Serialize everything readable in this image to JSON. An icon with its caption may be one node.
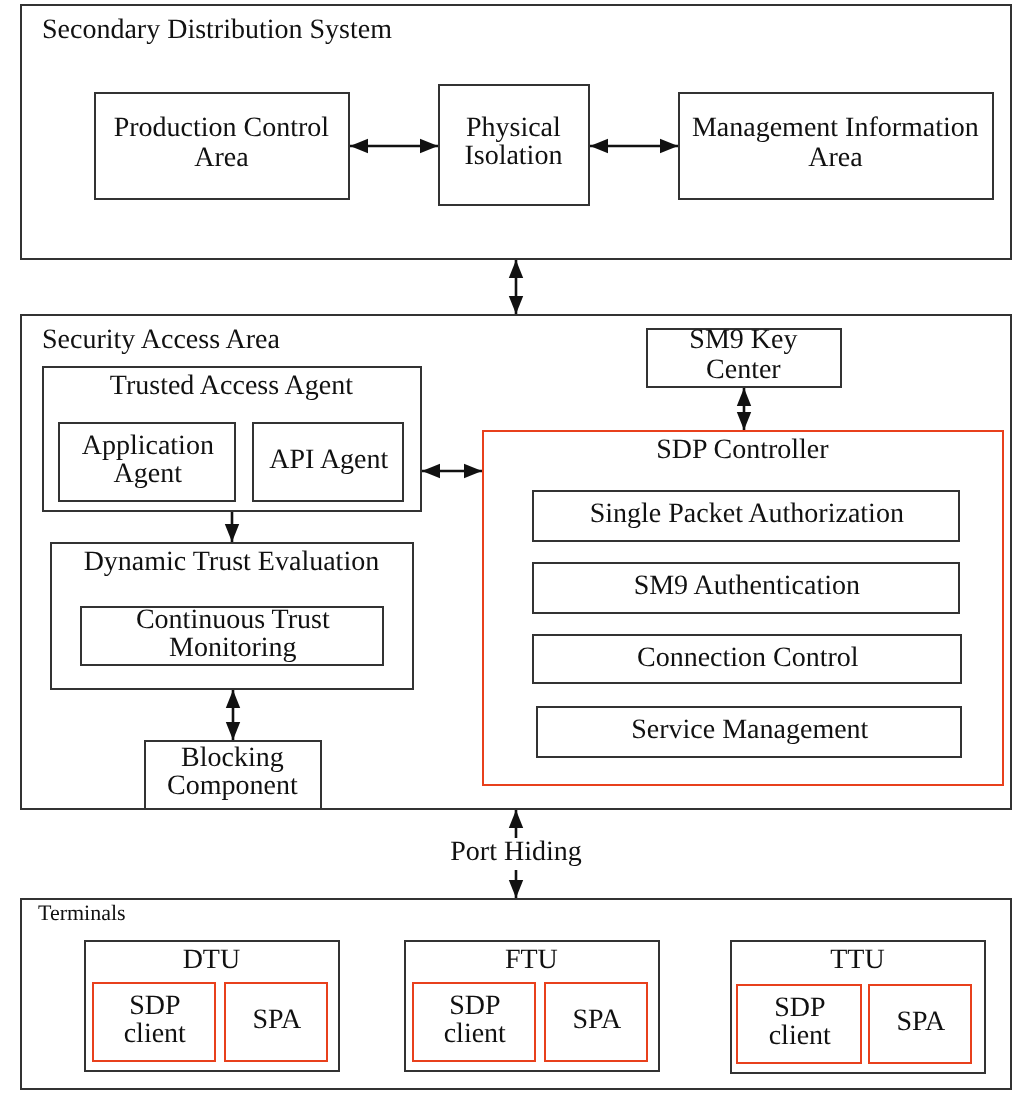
{
  "diagram": {
    "nodes": [
      {
        "text": [
          "Secondary Distribution System"
        ]
      },
      {
        "text": [
          "Production Control Area"
        ],
        "in": 0
      },
      {
        "text": [
          "Physical Isolation"
        ],
        "in": 0
      },
      {
        "text": [
          "Management Information Area"
        ],
        "in": 0
      },
      {
        "text": [
          "Security Access Area"
        ]
      },
      {
        "text": [
          "Trusted Access Agent"
        ],
        "in": 4
      },
      {
        "text": [
          "Application Agent"
        ],
        "in": 5
      },
      {
        "text": [
          "API Agent"
        ],
        "in": 5
      },
      {
        "text": [
          "Dynamic Trust Evaluation"
        ],
        "in": 4
      },
      {
        "text": [
          "Continuous Trust Monitoring"
        ],
        "in": 8
      },
      {
        "text": [
          "Blocking Component"
        ],
        "in": 4
      },
      {
        "text": [
          "SM9 Key Center"
        ],
        "in": 4
      },
      {
        "text": [
          "SDP Controller"
        ],
        "in": 4
      },
      {
        "text": [
          "Single Packet Authorization"
        ],
        "in": 12
      },
      {
        "text": [
          "SM9 Authentication"
        ],
        "in": 12
      },
      {
        "text": [
          "Connection Control"
        ],
        "in": 12
      },
      {
        "text": [
          "Service Management"
        ],
        "in": 12
      },
      {
        "text": [
          "Terminals"
        ]
      },
      {
        "text": [
          "DTU"
        ],
        "in": 17
      },
      {
        "text": [
          "SDP client"
        ],
        "in": 18
      },
      {
        "text": [
          "SPA"
        ],
        "in": 18
      },
      {
        "text": [
          "FTU"
        ],
        "in": 17
      },
      {
        "text": [
          "SDP client"
        ],
        "in": 21
      },
      {
        "text": [
          "SPA"
        ],
        "in": 21
      },
      {
        "text": [
          "TTU"
        ],
        "in": 17
      },
      {
        "text": [
          "SDP client"
        ],
        "in": 24
      },
      {
        "text": [
          "SPA"
        ],
        "in": 24
      }
    ],
    "edges": [
      {
        "from": 1,
        "to": 2,
        "arrow": "both"
      },
      {
        "from": 2,
        "to": 3,
        "arrow": "both"
      },
      {
        "from": 0,
        "to": 4,
        "arrow": "both"
      },
      {
        "from": 5,
        "to": 12,
        "arrow": "both"
      },
      {
        "from": 5,
        "to": 8,
        "arrow": "to"
      },
      {
        "from": 8,
        "to": 10,
        "arrow": "both"
      },
      {
        "from": 11,
        "to": 12,
        "arrow": "both"
      },
      {
        "from": 4,
        "to": 17,
        "arrow": "both",
        "label": "Port Hiding"
      }
    ]
  }
}
